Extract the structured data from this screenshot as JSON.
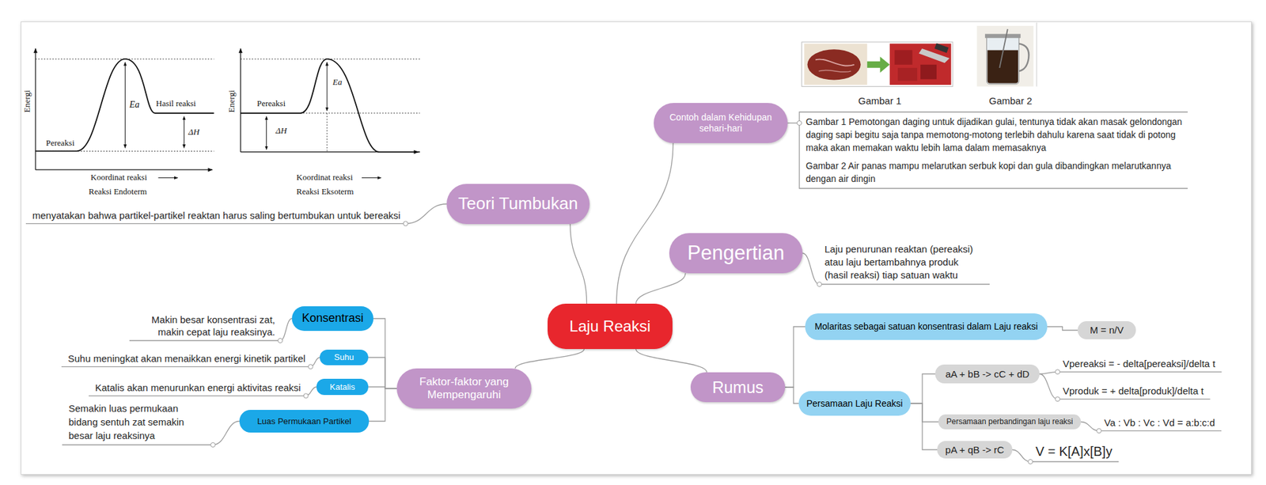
{
  "diagram": {
    "nodes": [
      {
        "text": [
          "Laju Reaksi"
        ]
      },
      {
        "text": [
          "Teori Tumbukan"
        ]
      },
      {
        "text": [
          "Contoh dalam Kehidupan sehari-hari"
        ]
      },
      {
        "text": [
          "Pengertian"
        ]
      },
      {
        "text": [
          "Faktor-faktor yang Mempengaruhi"
        ]
      },
      {
        "text": [
          "Rumus"
        ]
      },
      {
        "text": [
          "Konsentrasi"
        ]
      },
      {
        "text": [
          "Suhu"
        ]
      },
      {
        "text": [
          "Katalis"
        ]
      },
      {
        "text": [
          "Luas Permukaan Partikel"
        ]
      },
      {
        "text": [
          "Molaritas sebagai satuan konsentrasi dalam Laju reaksi"
        ]
      },
      {
        "text": [
          "M = n/V"
        ]
      },
      {
        "text": [
          "Persamaan Laju Reaksi"
        ]
      },
      {
        "text": [
          "aA + bB -> cC + dD"
        ]
      },
      {
        "text": [
          "Persamaan perbandingan laju reaksi"
        ]
      },
      {
        "text": [
          "pA + qB -> rC"
        ]
      }
    ],
    "edges": [
      {
        "from": 0,
        "to": 1,
        "arrow": "none"
      },
      {
        "from": 0,
        "to": 2,
        "arrow": "none"
      },
      {
        "from": 0,
        "to": 3,
        "arrow": "none"
      },
      {
        "from": 0,
        "to": 4,
        "arrow": "none"
      },
      {
        "from": 0,
        "to": 5,
        "arrow": "none"
      },
      {
        "from": 4,
        "to": 6,
        "arrow": "none"
      },
      {
        "from": 4,
        "to": 7,
        "arrow": "none"
      },
      {
        "from": 4,
        "to": 8,
        "arrow": "none"
      },
      {
        "from": 4,
        "to": 9,
        "arrow": "none"
      },
      {
        "from": 5,
        "to": 10,
        "arrow": "none"
      },
      {
        "from": 5,
        "to": 12,
        "arrow": "none"
      },
      {
        "from": 10,
        "to": 11,
        "arrow": "none"
      },
      {
        "from": 12,
        "to": 13,
        "arrow": "none"
      },
      {
        "from": 12,
        "to": 14,
        "arrow": "none"
      },
      {
        "from": 12,
        "to": 15,
        "arrow": "none"
      }
    ],
    "labels": [
      "Energi",
      "Pereaksi",
      "Ea",
      "Hasil reaksi",
      "ΔH",
      "Koordinat reaksi",
      "Reaksi Endoterm",
      "Energi",
      "Pereaksi",
      "Ea",
      "ΔH",
      "Koordinat reaksi",
      "Reaksi Eksoterm",
      "menyatakan bahwa partikel-partikel reaktan harus saling bertumbukan untuk bereaksi",
      "Gambar 1",
      "Gambar 2",
      "Gambar 1 Pemotongan daging untuk dijadikan gulai, tentunya tidak akan masak gelondongan daging sapi begitu saja tanpa memotong-motong terlebih dahulu karena saat tidak di potong maka akan memakan waktu lebih lama dalam memasaknya",
      "Gambar 2 Air panas mampu melarutkan serbuk kopi dan gula dibandingkan melarutkannya dengan air dingin",
      "Laju penurunan reaktan (pereaksi) atau laju bertambahnya produk (hasil reaksi) tiap satuan waktu",
      "Makin besar konsentrasi zat, makin cepat laju reaksinya.",
      "Suhu meningkat akan menaikkan energi kinetik partikel",
      "Katalis akan menurunkan energi aktivitas reaksi",
      "Semakin luas permukaan bidang sentuh zat semakin besar laju reaksinya",
      "Vpereaksi = - delta[pereaksi]/delta t",
      "Vproduk = + delta[produk]/delta t",
      "Va : Vb : Vc : Vd = a:b:c:d",
      "V = K[A]x[B]y"
    ]
  }
}
